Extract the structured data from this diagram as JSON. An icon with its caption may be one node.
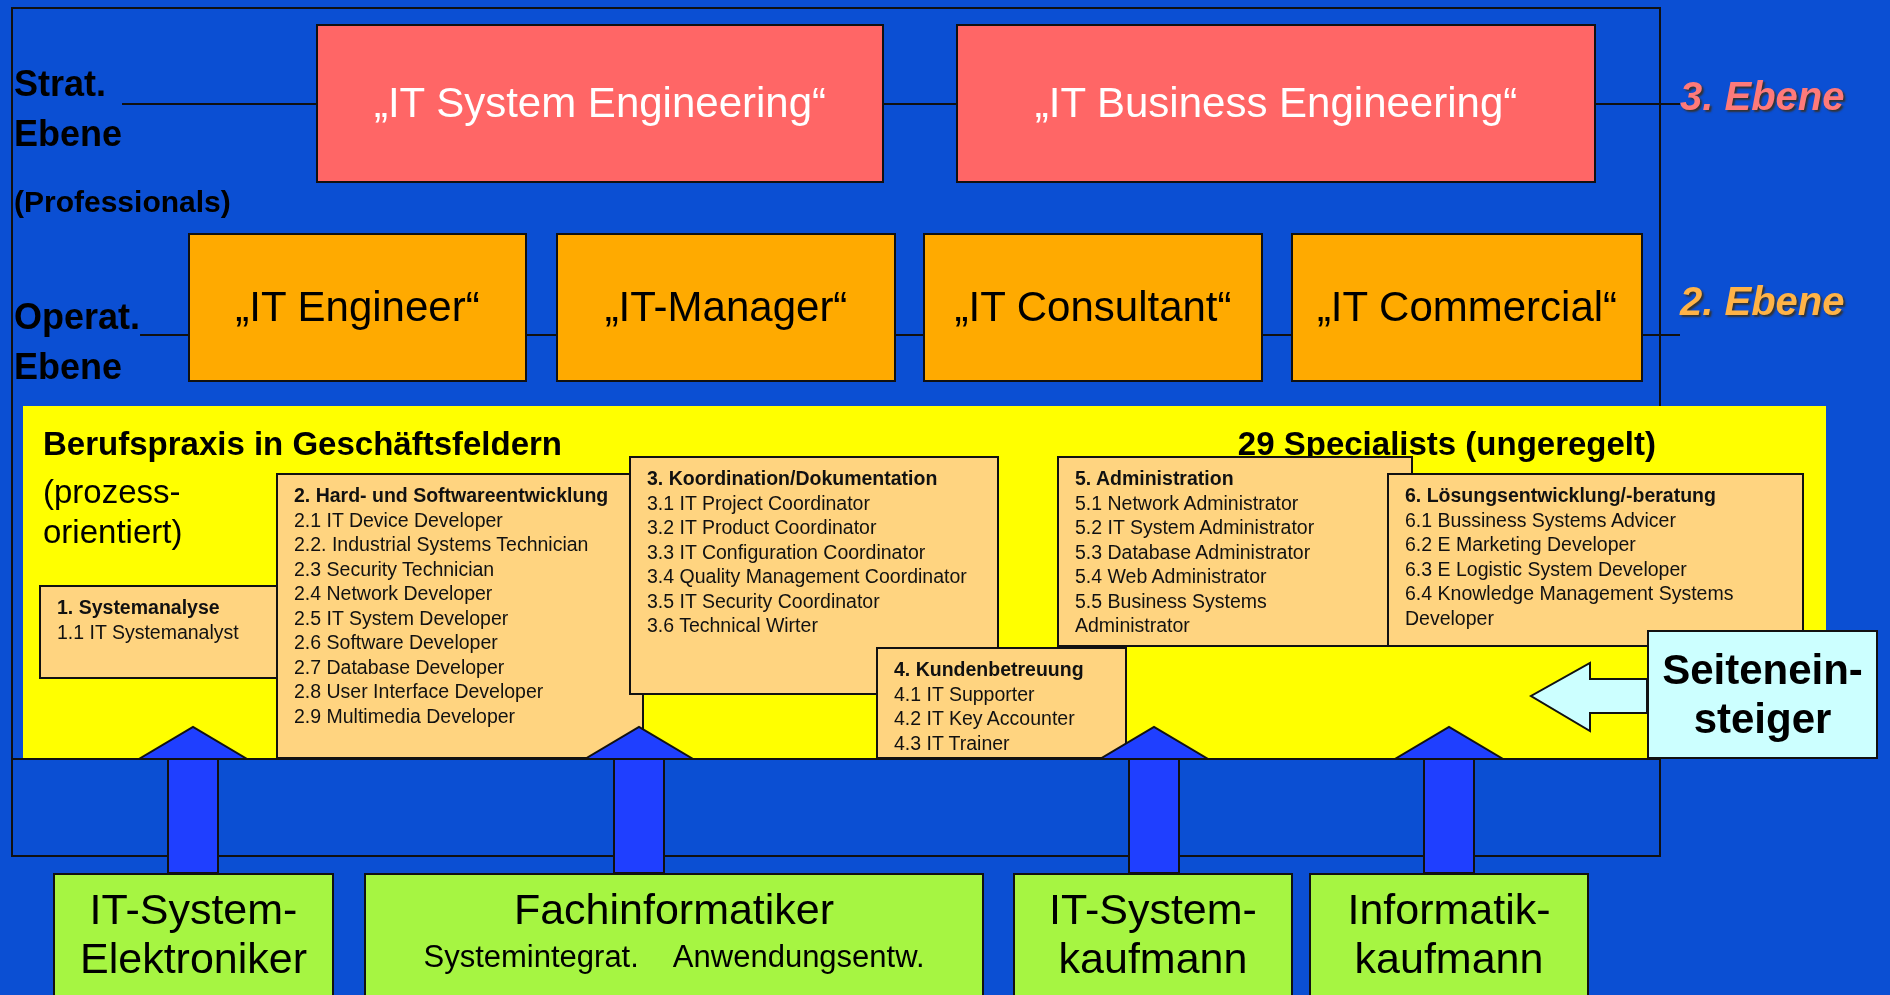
{
  "diagram": {
    "nodes": [
      {
        "text": [
          "„IT System Engineering“"
        ]
      },
      {
        "text": [
          "„IT Business Engineering“"
        ]
      },
      {
        "text": [
          "„IT Engineer“"
        ]
      },
      {
        "text": [
          "„IT-Manager“"
        ]
      },
      {
        "text": [
          "„IT Consultant“"
        ]
      },
      {
        "text": [
          "„IT Commercial“"
        ]
      },
      {
        "text": [
          "Berufspraxis in Geschäftsfeldern",
          "(prozess- orientiert)",
          "29 Specialists (ungeregelt)"
        ]
      },
      {
        "text": [
          "1. Systemanalyse",
          "1.1 IT Systemanalyst"
        ],
        "in": 6
      },
      {
        "text": [
          "2. Hard- und Softwareentwicklung",
          "2.1 IT Device Developer",
          "2.2. Industrial Systems Technician",
          "2.3 Security Technician",
          "2.4 Network Developer",
          "2.5 IT System Developer",
          "2.6 Software Developer",
          "2.7 Database Developer",
          "2.8 User Interface Developer",
          "2.9 Multimedia Developer"
        ],
        "in": 6
      },
      {
        "text": [
          "3. Koordination/Dokumentation",
          "3.1 IT Project Coordinator",
          "3.2 IT Product Coordinator",
          "3.3 IT Configuration  Coordinator",
          "3.4 Quality Management Coordinator",
          "3.5 IT Security Coordinator",
          "3.6 Technical Wirter"
        ],
        "in": 6
      },
      {
        "text": [
          "4. Kundenbetreuung",
          "4.1 IT Supporter",
          "4.2 IT Key Accounter",
          "4.3 IT Trainer"
        ],
        "in": 6
      },
      {
        "text": [
          "5. Administration",
          "5.1 Network Administrator",
          "5.2 IT System Administrator",
          "5.3 Database Administrator",
          "5.4 Web Administrator",
          "5.5 Business Systems Administrator"
        ],
        "in": 6
      },
      {
        "text": [
          "6. Lösungsentwicklung/-beratung",
          "6.1 Bussiness Systems Advicer",
          "6.2 E Marketing Developer",
          "6.3 E Logistic System Developer",
          "6.4 Knowledge Management Systems Developer"
        ],
        "in": 6
      },
      {
        "text": [
          "Seitenein- steiger"
        ]
      },
      {
        "text": [
          "IT-System- Elektroniker"
        ]
      },
      {
        "text": [
          "Fachinformatiker",
          "Systemintegrat.",
          "Anwendungsentw."
        ]
      },
      {
        "text": [
          "IT-System- kaufmann"
        ]
      },
      {
        "text": [
          "Informatik- kaufmann"
        ]
      },
      {
        "text": [
          "Strat. Ebene"
        ]
      },
      {
        "text": [
          "Operat. Ebene"
        ]
      },
      {
        "text": [
          "3. Ebene"
        ]
      },
      {
        "text": [
          "2. Ebene"
        ]
      }
    ],
    "edges": [
      {
        "from": 0,
        "to": 1,
        "arrow": "none"
      },
      {
        "from": 2,
        "to": 3,
        "arrow": "none"
      },
      {
        "from": 3,
        "to": 4,
        "arrow": "none"
      },
      {
        "from": 4,
        "to": 5,
        "arrow": "none"
      },
      {
        "from": 13,
        "to": 6,
        "arrow": "to",
        "color": "#ccffff"
      },
      {
        "from": 14,
        "to": 6,
        "arrow": "to",
        "color": "#1f3fff"
      },
      {
        "from": 15,
        "to": 6,
        "arrow": "to",
        "color": "#1f3fff"
      },
      {
        "from": 16,
        "to": 6,
        "arrow": "to",
        "color": "#1f3fff"
      },
      {
        "from": 17,
        "to": 6,
        "arrow": "to",
        "color": "#1f3fff"
      },
      {
        "from": 18,
        "to": 0,
        "arrow": "none"
      },
      {
        "from": 1,
        "to": 20,
        "arrow": "none"
      },
      {
        "from": 19,
        "to": 2,
        "arrow": "none"
      },
      {
        "from": 5,
        "to": 21,
        "arrow": "none"
      }
    ],
    "labels": [
      "(Professionals)"
    ]
  }
}
